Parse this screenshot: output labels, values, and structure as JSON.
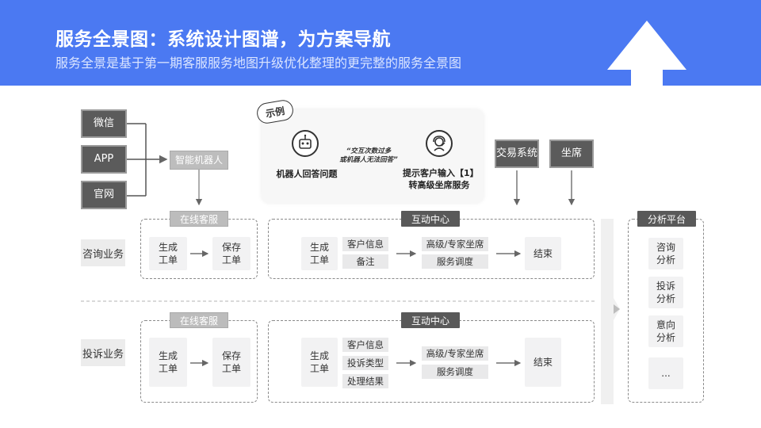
{
  "header": {
    "title": "服务全景图：系统设计图谱，为方案导航",
    "subtitle": "服务全景是基于第一期客服服务地图升级优化整理的更完整的服务全景图"
  },
  "channels": [
    "微信",
    "APP",
    "官网"
  ],
  "robot": "智能机器人",
  "example": {
    "tag": "示例",
    "left_label": "机器人回答问题",
    "note_line1": "“交互次数过多",
    "note_line2": "或机器人无法回答”",
    "right_line1": "提示客户输入【1】",
    "right_line2": "转高级坐席服务"
  },
  "systems": [
    "交易系统",
    "坐席"
  ],
  "rows": [
    {
      "label": "咨询业务",
      "online": {
        "tag": "在线客服",
        "step1": "生成\n工单",
        "step2": "保存\n工单"
      },
      "center": {
        "tag": "互动中心",
        "create": "生成\n工单",
        "fields": [
          "客户信息",
          "备注"
        ],
        "handle": [
          "高级/专家坐席",
          "服务调度"
        ],
        "end": "结束"
      }
    },
    {
      "label": "投诉业务",
      "online": {
        "tag": "在线客服",
        "step1": "生成\n工单",
        "step2": "保存\n工单"
      },
      "center": {
        "tag": "互动中心",
        "create": "生成\n工单",
        "fields": [
          "客户信息",
          "投诉类型",
          "处理结果"
        ],
        "handle": [
          "高级/专家坐席",
          "服务调度"
        ],
        "end": "结束"
      }
    }
  ],
  "analysis": {
    "tag": "分析平台",
    "items": [
      "咨询\n分析",
      "投诉\n分析",
      "意向\n分析",
      "..."
    ]
  },
  "colors": {
    "header": "#4b79f2",
    "dark": "#595959",
    "gray": "#bcbcbc"
  }
}
